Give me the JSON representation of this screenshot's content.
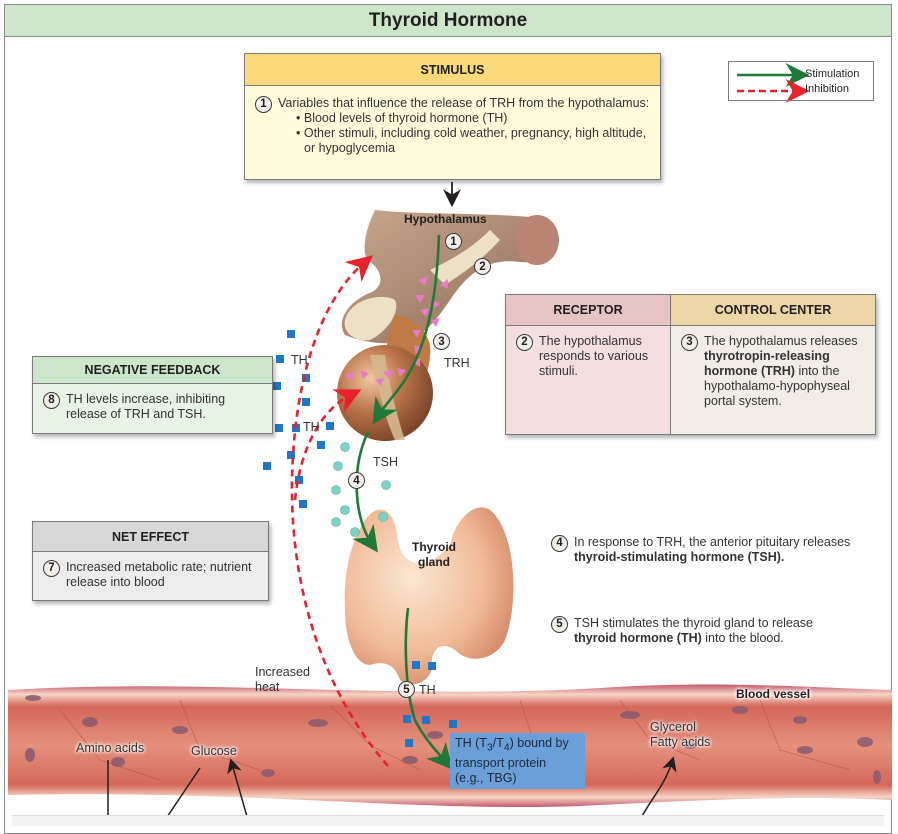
{
  "title": "Thyroid Hormone",
  "legend": {
    "items": [
      {
        "label": "Stimulation",
        "style": "solid",
        "color": "#1f7a3a"
      },
      {
        "label": "Inhibition",
        "style": "dashed",
        "color": "#e8212b"
      }
    ]
  },
  "stimulus": {
    "header": "STIMULUS",
    "step": "1",
    "text": "Variables that influence the release of TRH from the hypothalamus:",
    "bullets": [
      "Blood levels of thyroid hormone (TH)",
      "Other stimuli, including cold weather, pregnancy, high altitude, or hypoglycemia"
    ]
  },
  "receptor": {
    "header": "RECEPTOR",
    "step": "2",
    "text": "The hypothalamus responds to various stimuli."
  },
  "control_center": {
    "header": "CONTROL CENTER",
    "step": "3",
    "text_pre": "The hypothalamus releases ",
    "text_bold": "thyrotropin-releasing hormone (TRH)",
    "text_post": " into the hypothalamo-hypophyseal portal system."
  },
  "negative_feedback": {
    "header": "NEGATIVE FEEDBACK",
    "step": "8",
    "text": "TH levels increase, inhibiting release of TRH and TSH."
  },
  "net_effect": {
    "header": "NET EFFECT",
    "step": "7",
    "text": "Increased metabolic rate; nutrient release into blood"
  },
  "step4": {
    "step": "4",
    "text_pre": "In response to TRH, the anterior pituitary releases ",
    "text_bold": "thyroid-stimulating hormone (TSH)."
  },
  "step5": {
    "step": "5",
    "text_pre": "TSH stimulates the thyroid gland to release ",
    "text_bold": "thyroid hormone (TH)",
    "text_post": " into the blood."
  },
  "labels": {
    "hypothalamus": "Hypothalamus",
    "trh": "TRH",
    "th1": "TH",
    "th2": "TH",
    "tsh": "TSH",
    "thyroid_gland_1": "Thyroid",
    "thyroid_gland_2": "gland",
    "increased_heat_1": "Increased",
    "increased_heat_2": "heat",
    "th5": "TH",
    "blood_vessel": "Blood vessel",
    "amino_acids": "Amino acids",
    "glucose": "Glucose",
    "glycerol": "Glycerol",
    "fatty_acids": "Fatty acids",
    "step_markers": [
      "1",
      "2",
      "3",
      "4",
      "5"
    ]
  },
  "tbg_box": {
    "line1_pre": "TH (T",
    "sub1": "3",
    "slash": "/T",
    "sub2": "4",
    "line1_post": ") bound by",
    "line2": "transport protein",
    "line3": "(e.g., TBG)"
  },
  "colors": {
    "stimulation": "#1f7a3a",
    "inhibition": "#e8212b",
    "th_particle": "#1e78c8",
    "tsh_particle": "#7fd1c7",
    "trh_particle": "#e77bc9"
  }
}
